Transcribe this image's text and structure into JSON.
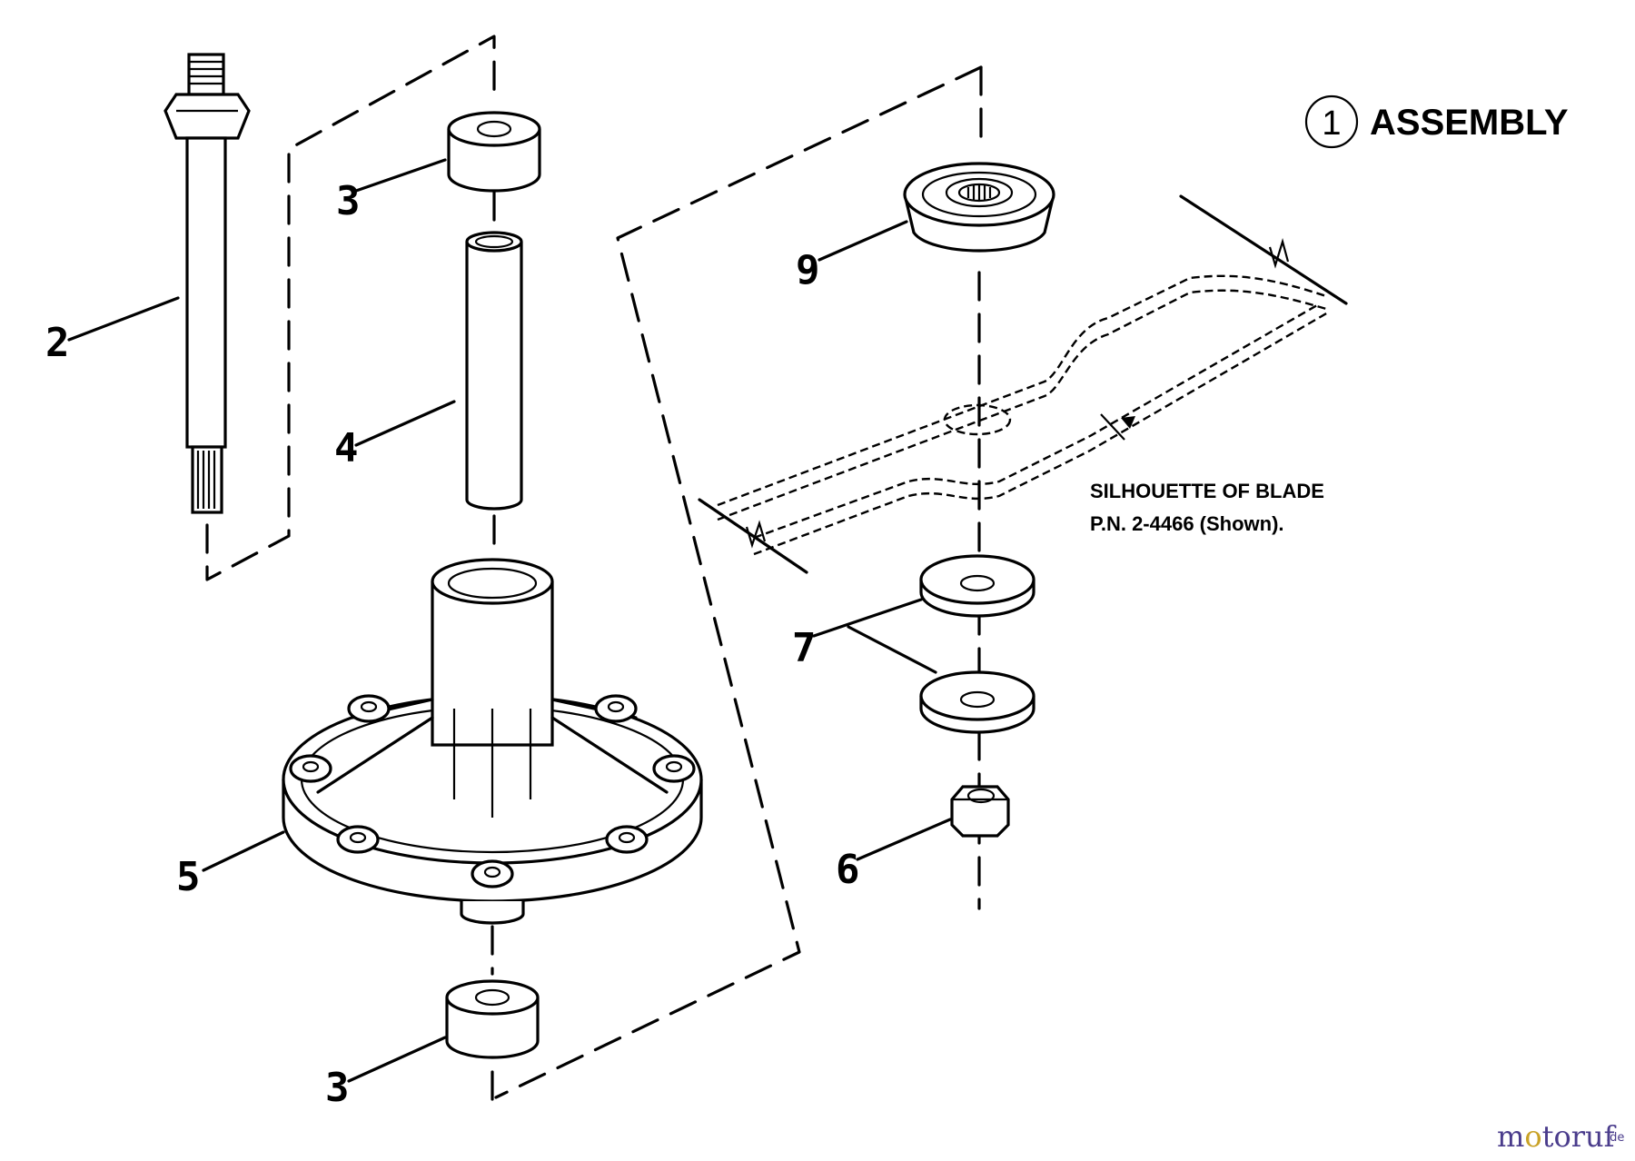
{
  "title": {
    "number": "1",
    "text": "ASSEMBLY"
  },
  "callouts": {
    "shaft": "2",
    "bearing_top": "3",
    "spacer": "4",
    "housing": "5",
    "bearing_bottom": "3",
    "adapter": "9",
    "washers": "7",
    "nut": "6"
  },
  "note": {
    "line1": "SILHOUETTE OF BLADE",
    "line2": "P.N. 2-4466 (Shown)."
  },
  "watermark": {
    "part1": "m",
    "part2": "o",
    "part3": "toruf",
    "suffix": ".de",
    "accent_color": "#c9a227",
    "text_color": "#4a3c8c"
  }
}
